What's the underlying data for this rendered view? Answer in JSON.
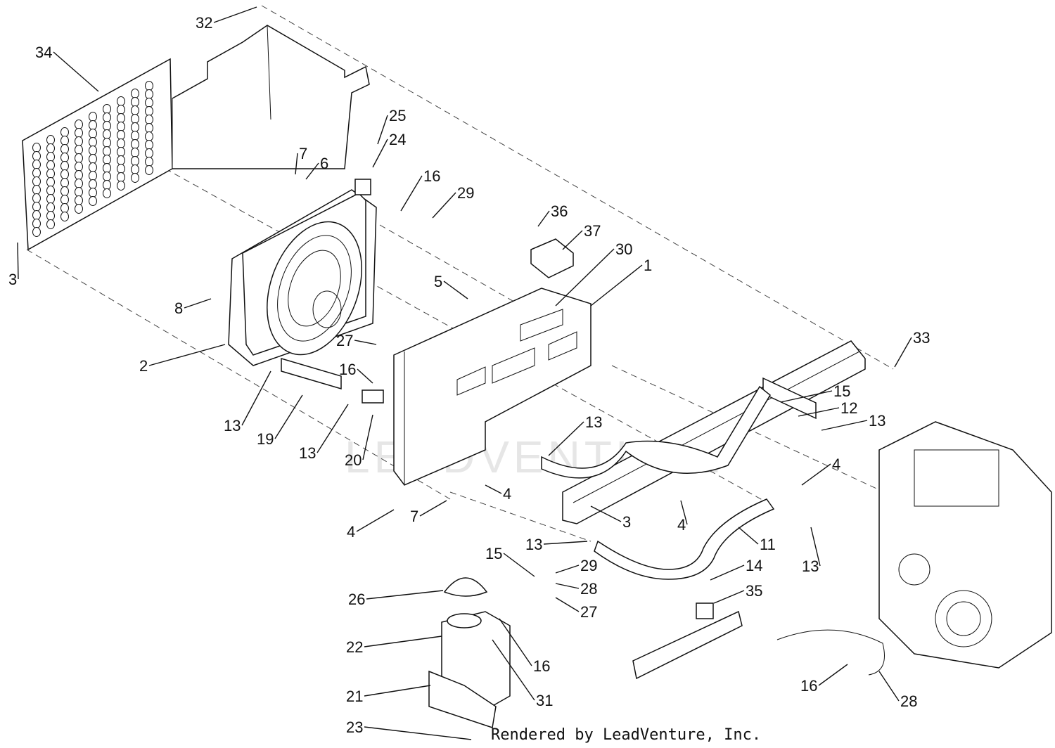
{
  "watermark": "LEADVENTURE",
  "footer": "Rendered by LeadVenture, Inc.",
  "callouts": [
    {
      "n": "34"
    },
    {
      "n": "32"
    },
    {
      "n": "3"
    },
    {
      "n": "25"
    },
    {
      "n": "24"
    },
    {
      "n": "7"
    },
    {
      "n": "6"
    },
    {
      "n": "16"
    },
    {
      "n": "29"
    },
    {
      "n": "36"
    },
    {
      "n": "37"
    },
    {
      "n": "30"
    },
    {
      "n": "1"
    },
    {
      "n": "5"
    },
    {
      "n": "8"
    },
    {
      "n": "27"
    },
    {
      "n": "16"
    },
    {
      "n": "2"
    },
    {
      "n": "13"
    },
    {
      "n": "19"
    },
    {
      "n": "13"
    },
    {
      "n": "20"
    },
    {
      "n": "33"
    },
    {
      "n": "15"
    },
    {
      "n": "12"
    },
    {
      "n": "13"
    },
    {
      "n": "13"
    },
    {
      "n": "4"
    },
    {
      "n": "4"
    },
    {
      "n": "7"
    },
    {
      "n": "3"
    },
    {
      "n": "4"
    },
    {
      "n": "4"
    },
    {
      "n": "13"
    },
    {
      "n": "11"
    },
    {
      "n": "13"
    },
    {
      "n": "15"
    },
    {
      "n": "29"
    },
    {
      "n": "28"
    },
    {
      "n": "27"
    },
    {
      "n": "14"
    },
    {
      "n": "35"
    },
    {
      "n": "26"
    },
    {
      "n": "22"
    },
    {
      "n": "16"
    },
    {
      "n": "21"
    },
    {
      "n": "31"
    },
    {
      "n": "23"
    },
    {
      "n": "16"
    },
    {
      "n": "28"
    }
  ]
}
